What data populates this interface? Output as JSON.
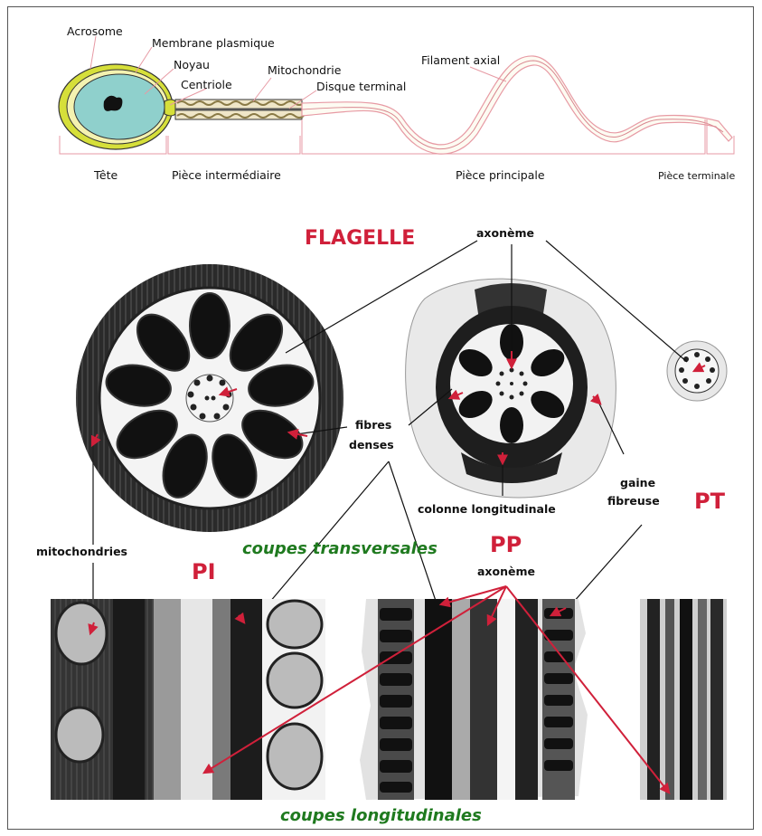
{
  "colors": {
    "accent_red": "#d0203a",
    "accent_green": "#1f7a1f",
    "nucleus": "#8fd0cc",
    "acrosome": "#d6df3a",
    "tail_pink": "#e79aa4"
  },
  "sperm": {
    "acrosome": "Acrosome",
    "membrane": "Membrane plasmique",
    "noyau": "Noyau",
    "centriole": "Centriole",
    "mitochondrie": "Mitochondrie",
    "disque": "Disque terminal",
    "filament": "Filament axial",
    "tete": "Tête",
    "piece_inter": "Pièce intermédiaire",
    "piece_princ": "Pièce principale",
    "piece_term": "Pièce terminale"
  },
  "flagelle": {
    "title": "FLAGELLE",
    "axoneme_top": "axonème",
    "fibres_1": "fibres",
    "fibres_2": "denses",
    "colonne": "colonne longitudinale",
    "gaine_1": "gaine",
    "gaine_2": "fibreuse",
    "mitochondries": "mitochondries",
    "pi": "PI",
    "pp": "PP",
    "pt": "PT",
    "coupes_trans": "coupes  transversales",
    "axoneme_bottom": "axonème",
    "coupes_long": "coupes  longitudinales"
  }
}
